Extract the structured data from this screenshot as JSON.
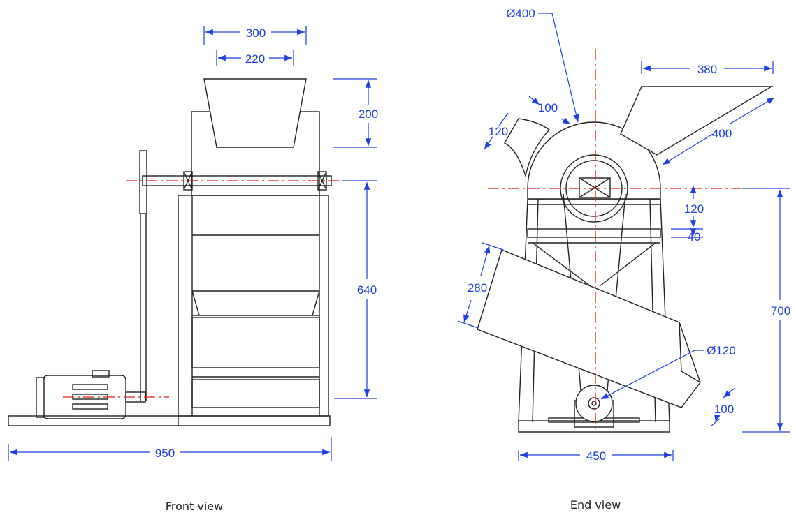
{
  "views": {
    "front": {
      "caption": "Front view",
      "dims": {
        "top_width": "300",
        "bottom_width": "220",
        "hopper_height": "200",
        "frame_height": "640",
        "overall_width": "950"
      }
    },
    "end": {
      "caption": "End view",
      "dims": {
        "rotor_dia": "Ø400",
        "chute_top_width": "380",
        "chute_length": "400",
        "outlet_width": "100",
        "outlet_height": "120",
        "plate_120": "120",
        "plate_40": "40",
        "discharge_width": "280",
        "pulley_dia": "Ø120",
        "outlet_100": "100",
        "overall_height": "700",
        "base_width": "450"
      }
    }
  },
  "colors": {
    "outline": "#222222",
    "centerline": "#e01b1b",
    "dimension": "#1f3ee0"
  }
}
